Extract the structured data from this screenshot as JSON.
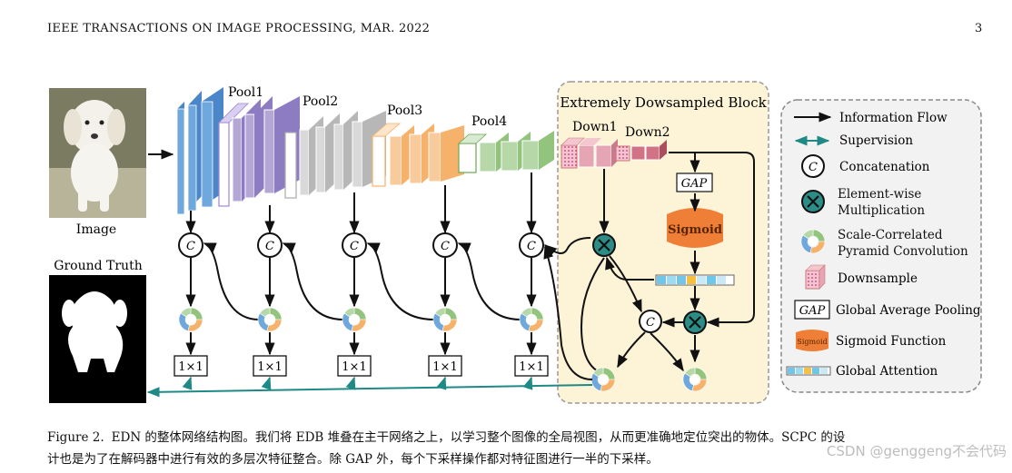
{
  "header": {
    "journal": "IEEE TRANSACTIONS ON IMAGE PROCESSING, MAR. 2022",
    "page_number": "3"
  },
  "figure": {
    "image_label": "Image",
    "ground_truth_label": "Ground Truth",
    "pool_labels": [
      "Pool1",
      "Pool2",
      "Pool3",
      "Pool4"
    ],
    "edb_title": "Extremely Dowsampled Block",
    "down_labels": [
      "Down1",
      "Down2"
    ],
    "gap_label": "GAP",
    "sigmoid_label": "Sigmoid",
    "concat_symbol": "C",
    "conv_label": "1×1",
    "colors": {
      "stage1": "#6fa8dc",
      "stage2": "#b4a7d6",
      "stage3": "#cccccc",
      "stage4": "#f6b26b",
      "stage5": "#93c47d",
      "down": "#e6a5b3",
      "edb_bg": "#fdf3d6",
      "supervision": "#1f8a85"
    }
  },
  "legend": {
    "items": [
      {
        "label": "Information Flow"
      },
      {
        "label": "Supervision"
      },
      {
        "label": "Concatenation"
      },
      {
        "label": "Element-wise Multiplication"
      },
      {
        "label": "Scale-Correlated Pyramid Convolution"
      },
      {
        "label": "Downsample"
      },
      {
        "label": "Global Average Pooling",
        "badge": "GAP"
      },
      {
        "label": "Sigmoid Function",
        "badge": "Sigmoid"
      },
      {
        "label": "Global Attention"
      }
    ]
  },
  "caption": {
    "label": "Figure 2.",
    "line1": "EDN 的整体网络结构图。我们将 EDB 堆叠在主干网络之上，以学习整个图像的全局视图，从而更准确地定位突出的物体。SCPC 的设",
    "line2": "计也是为了在解码器中进行有效的多层次特征整合。除 GAP 外，每个下采样操作都对特征图进行一半的下采样。"
  },
  "watermark": "CSDN @genggeng不会代码"
}
